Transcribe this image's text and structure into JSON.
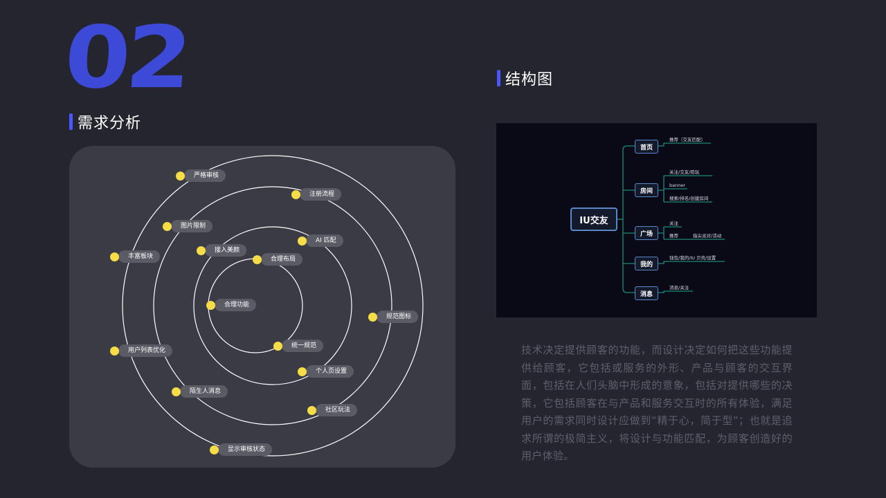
{
  "page": {
    "number": "02"
  },
  "needs": {
    "title": "需求分析",
    "labels": [
      {
        "text": "严格审核"
      },
      {
        "text": "注册流程"
      },
      {
        "text": "图片限制"
      },
      {
        "text": "接入美颜"
      },
      {
        "text": "AI 匹配"
      },
      {
        "text": "丰富板块"
      },
      {
        "text": "合理布局"
      },
      {
        "text": "合理功能"
      },
      {
        "text": "规范图标"
      },
      {
        "text": "统一规范"
      },
      {
        "text": "用户列表优化"
      },
      {
        "text": "个人页设置"
      },
      {
        "text": "陌生人消息"
      },
      {
        "text": "社区玩法"
      },
      {
        "text": "显示审核状态"
      }
    ],
    "colors": {
      "dot": "#f6dc47",
      "ring": "#ffffff",
      "panel": "#3b3b46"
    }
  },
  "structure": {
    "title": "结构图",
    "root": "IU交友",
    "branches": [
      {
        "label": "首页",
        "leaves": [
          "推荐（交友匹配）"
        ]
      },
      {
        "label": "房间",
        "leaves": [
          "关注/交友/陪玩",
          "banner",
          "搜索/排名/创建房间"
        ]
      },
      {
        "label": "广场",
        "leaves": [
          "关注",
          "推荐",
          "指尖派对/活动"
        ]
      },
      {
        "label": "我的",
        "leaves": [
          "钱包/我的/IU 贝壳/设置"
        ]
      },
      {
        "label": "消息",
        "leaves": [
          "消息/关注"
        ]
      }
    ],
    "colors": {
      "node_border": "#5a89c8",
      "branch_line": "#1f8a7a",
      "background": "#0a0a17"
    }
  },
  "description": {
    "text": "技术决定提供顾客的功能，而设计决定如何把这些功能提供给顾客，它包括或服务的外形、产品与顾客的交互界面，包括在人们头脑中形成的意象，包括对提供哪些的决策，它包括顾客在与产品和服务交互时的所有体验，满足用户的需求同时设计应做到“精于心，简于型”；也就是追求所谓的极简主义，将设计与功能匹配，为顾客创造好的用户体验。"
  },
  "colors": {
    "accent": "#3d4ad8",
    "title_bar": "#4a57ff",
    "background": "#25252f"
  }
}
